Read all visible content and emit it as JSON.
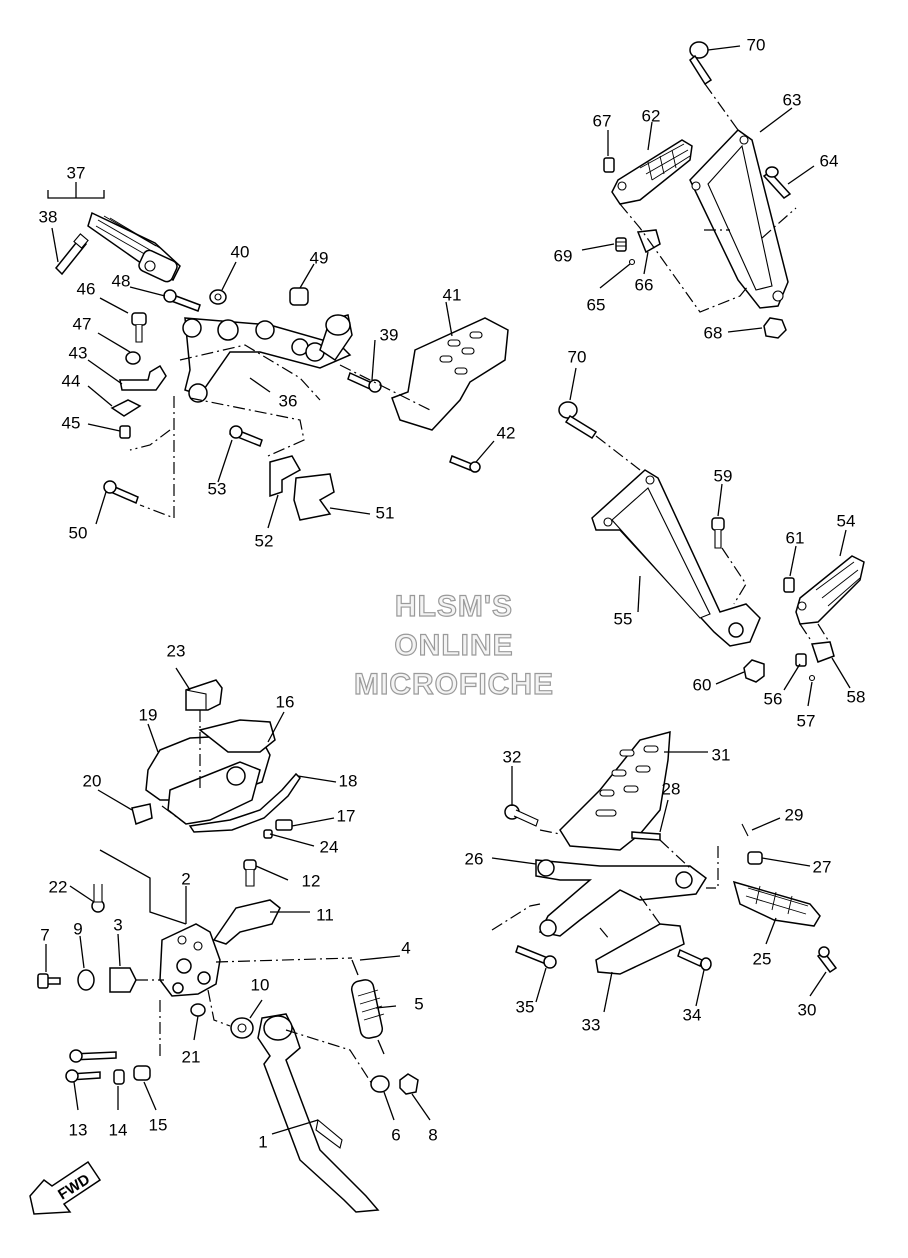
{
  "watermark": {
    "line1": "HLSM'S",
    "line2": "ONLINE",
    "line3": "MICROFICHE"
  },
  "direction_marker": "FWD",
  "part_numbers": [
    "1",
    "2",
    "3",
    "4",
    "5",
    "6",
    "7",
    "8",
    "9",
    "10",
    "11",
    "12",
    "13",
    "14",
    "15",
    "16",
    "17",
    "18",
    "19",
    "20",
    "21",
    "22",
    "23",
    "24",
    "25",
    "26",
    "27",
    "28",
    "29",
    "30",
    "31",
    "32",
    "33",
    "34",
    "35",
    "36",
    "37",
    "38",
    "39",
    "40",
    "41",
    "42",
    "43",
    "44",
    "45",
    "46",
    "47",
    "48",
    "49",
    "50",
    "51",
    "52",
    "53",
    "54",
    "55",
    "56",
    "57",
    "58",
    "59",
    "60",
    "61",
    "62",
    "63",
    "64",
    "65",
    "66",
    "67",
    "68",
    "69",
    "70"
  ]
}
